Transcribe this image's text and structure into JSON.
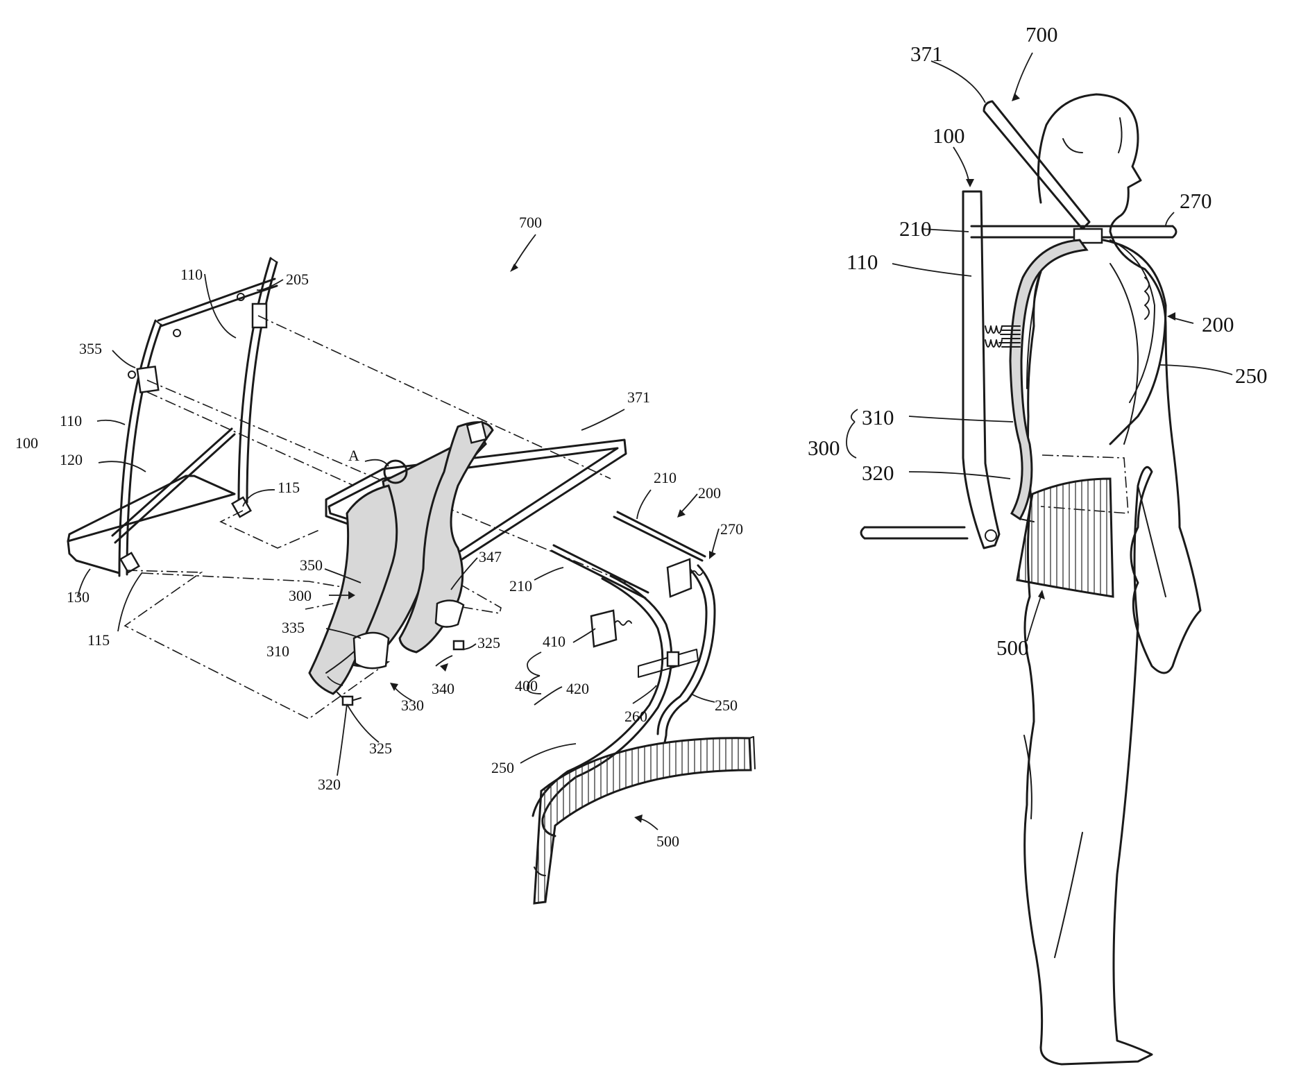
{
  "left_figure": {
    "ref_700": "700",
    "ref_100": "100",
    "ref_110a": "110",
    "ref_110b": "110",
    "ref_120": "120",
    "ref_130": "130",
    "ref_115a": "115",
    "ref_115b": "115",
    "ref_205": "205",
    "ref_355": "355",
    "ref_A": "A",
    "ref_371": "371",
    "ref_350": "350",
    "ref_300": "300",
    "ref_347": "347",
    "ref_335": "335",
    "ref_310": "310",
    "ref_330": "330",
    "ref_340": "340",
    "ref_325a": "325",
    "ref_325b": "325",
    "ref_320": "320",
    "ref_210a": "210",
    "ref_210b": "210",
    "ref_200": "200",
    "ref_270": "270",
    "ref_410": "410",
    "ref_400": "400",
    "ref_420": "420",
    "ref_260": "260",
    "ref_250a": "250",
    "ref_250b": "250",
    "ref_500": "500"
  },
  "right_figure": {
    "ref_700": "700",
    "ref_371": "371",
    "ref_100": "100",
    "ref_210": "210",
    "ref_270": "270",
    "ref_110": "110",
    "ref_200": "200",
    "ref_250": "250",
    "ref_300": "300",
    "ref_310": "310",
    "ref_320": "320",
    "ref_500": "500"
  }
}
